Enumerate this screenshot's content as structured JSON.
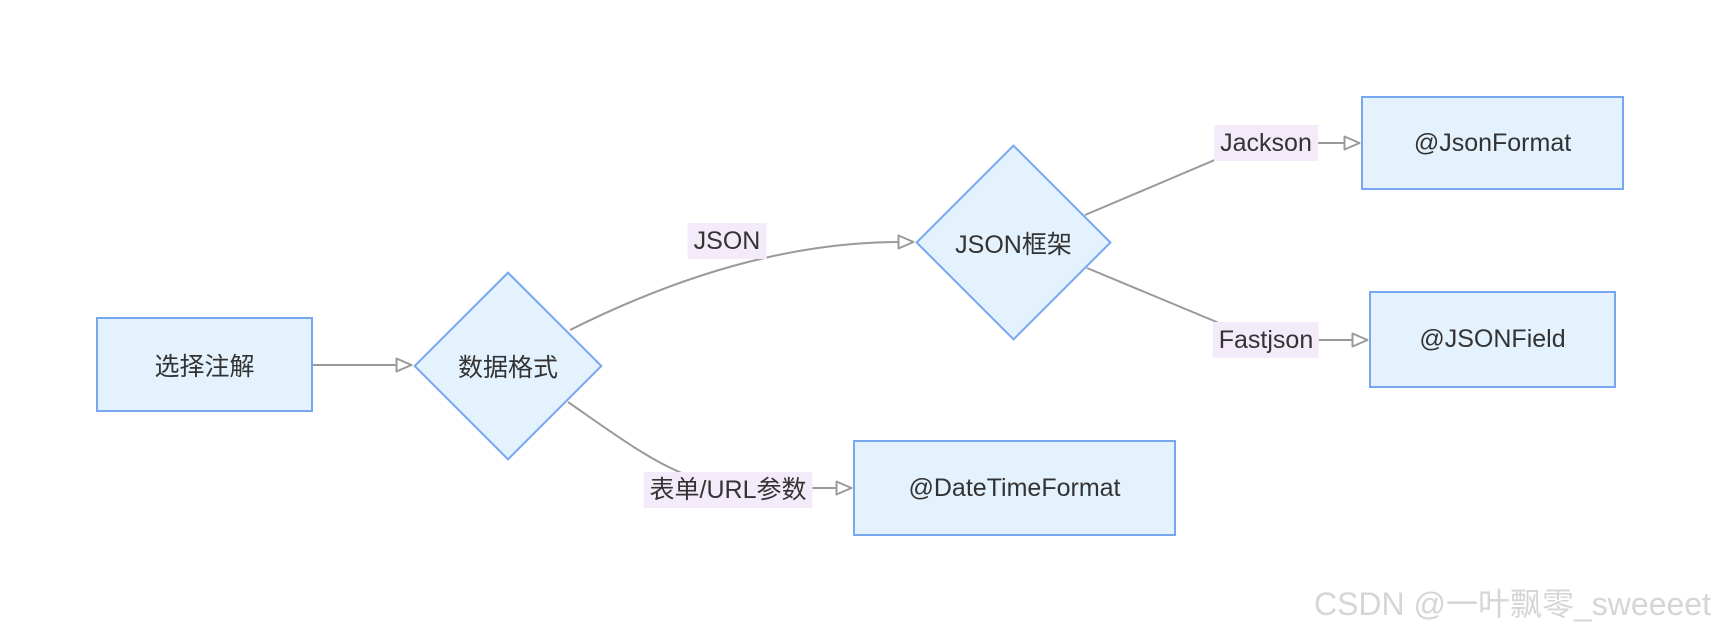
{
  "colors": {
    "node_fill": "#e3f2fc",
    "node_border": "#78a7f2",
    "edge_label_bg": "#f4ebfa",
    "edge_line": "#9a9a9a",
    "text": "#333333",
    "watermark_text_color": "#d6d6d6"
  },
  "nodes": {
    "start": {
      "label": "选择注解",
      "shape": "rect"
    },
    "decision_format": {
      "label": "数据格式",
      "shape": "diamond"
    },
    "decision_json_framework": {
      "label": "JSON框架",
      "shape": "diamond"
    },
    "jsonformat": {
      "label": "@JsonFormat",
      "shape": "rect"
    },
    "jsonfield": {
      "label": "@JSONField",
      "shape": "rect"
    },
    "datetimeformat": {
      "label": "@DateTimeFormat",
      "shape": "rect"
    }
  },
  "edge_labels": {
    "json": "JSON",
    "form_url": "表单/URL参数",
    "jackson": "Jackson",
    "fastjson": "Fastjson"
  },
  "edges": [
    {
      "from": "选择注解",
      "to": "数据格式",
      "label": ""
    },
    {
      "from": "数据格式",
      "to": "JSON框架",
      "label": "JSON"
    },
    {
      "from": "数据格式",
      "to": "@DateTimeFormat",
      "label": "表单/URL参数"
    },
    {
      "from": "JSON框架",
      "to": "@JsonFormat",
      "label": "Jackson"
    },
    {
      "from": "JSON框架",
      "to": "@JSONField",
      "label": "Fastjson"
    }
  ],
  "watermark": {
    "text": "CSDN @一叶飘零_sweeeet"
  }
}
